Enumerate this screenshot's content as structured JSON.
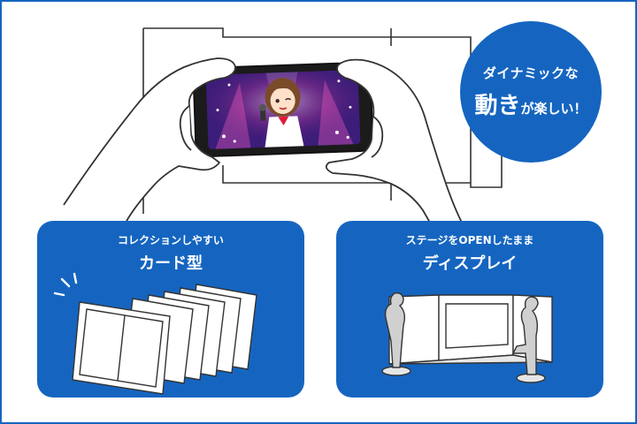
{
  "bubble": {
    "line1": "ダイナミックな",
    "line2_big": "動き",
    "line2_small": "が楽しい！"
  },
  "panels": [
    {
      "title_small": "コレクションしやすい",
      "title_large": "カード型"
    },
    {
      "title_small": "ステージをOPENしたまま",
      "title_large": "ディスプレイ"
    }
  ],
  "colors": {
    "brand_blue": "#1565c0",
    "stage_purple": "#4a2a8c",
    "stage_pink": "#e040a0"
  }
}
